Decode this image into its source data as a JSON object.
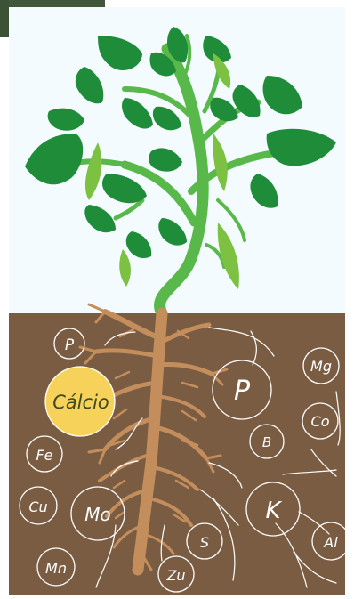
{
  "colors": {
    "soil": "#7a5c43",
    "sky": "#f4fbfe",
    "leaf_dark": "#1f8c3a",
    "leaf_light": "#7dc142",
    "stem": "#58b94a",
    "root": "#c48d5c",
    "highlight": "#f7d25b",
    "photo_corner": "#41573c"
  },
  "nutrients": [
    {
      "label": "P"
    },
    {
      "label": "Cálcio"
    },
    {
      "label": "Fe"
    },
    {
      "label": "Cu"
    },
    {
      "label": "Mn"
    },
    {
      "label": "Mo"
    },
    {
      "label": "Zu"
    },
    {
      "label": "S"
    },
    {
      "label": "P"
    },
    {
      "label": "B"
    },
    {
      "label": "K"
    },
    {
      "label": "Mg"
    },
    {
      "label": "Co"
    },
    {
      "label": "Al"
    }
  ]
}
